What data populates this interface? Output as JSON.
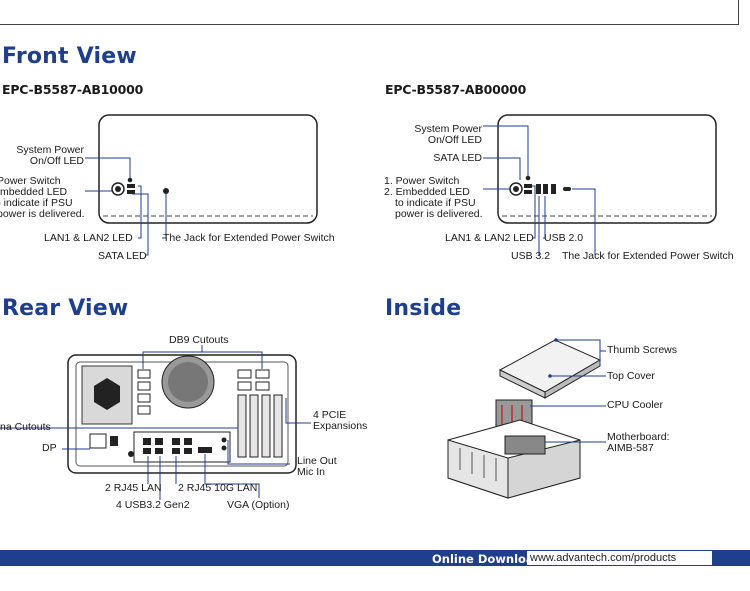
{
  "front": {
    "title": "Front View",
    "left": {
      "model": "EPC-B5587-AB10000",
      "labels": {
        "system_power": "System Power",
        "onoff_led": "On/Off LED",
        "power_switch": "Power Switch",
        "embedded_led": "Embedded LED",
        "indicate": "to indicate if PSU",
        "power_delivered": "power is delivered.",
        "lan_led": "LAN1 & LAN2 LED",
        "jack": "The Jack for Extended Power Switch",
        "sata_led": "SATA LED"
      }
    },
    "right": {
      "model": "EPC-B5587-AB00000",
      "labels": {
        "system_power": "System Power",
        "onoff_led": "On/Off LED",
        "sata_led": "SATA LED",
        "power_switch": "1. Power Switch",
        "embedded_led": "2. Embedded LED",
        "indicate": "to indicate if PSU",
        "power_delivered": "power is delivered.",
        "lan_led": "LAN1 & LAN2 LED",
        "usb20": "USB 2.0",
        "usb32": "USB 3.2",
        "jack": "The Jack for Extended Power Switch"
      }
    }
  },
  "rear": {
    "title": "Rear View",
    "labels": {
      "db9": "DB9 Cutouts",
      "antenna": "na Cutouts",
      "dp": "DP",
      "pcie1": "4 PCIE",
      "pcie2": "Expansions",
      "lineout": "Line Out",
      "micin": "Mic In",
      "rj45": "2 RJ45 LAN",
      "rj45_10g": "2 RJ45 10G LAN",
      "usb": "4 USB3.2 Gen2",
      "vga": "VGA (Option)"
    }
  },
  "inside": {
    "title": "Inside",
    "labels": {
      "thumb": "Thumb Screws",
      "topcover": "Top Cover",
      "cpucooler": "CPU Cooler",
      "mb1": "Motherboard:",
      "mb2": "AIMB-587"
    }
  },
  "footer": {
    "label": "Online Download",
    "url": "www.advantech.com/products"
  },
  "colors": {
    "heading": "#1f3e8c",
    "leader": "#1f3e8c"
  }
}
